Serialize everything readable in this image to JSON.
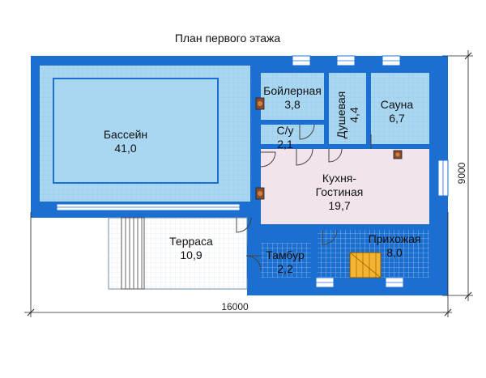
{
  "title": "План первого этажа",
  "dimensions": {
    "width": "16000",
    "height": "9000"
  },
  "rooms": [
    {
      "id": "pool",
      "name": "Бассейн",
      "area": "41,0"
    },
    {
      "id": "boiler",
      "name": "Бойлерная",
      "area": "3,8"
    },
    {
      "id": "shower",
      "name": "Душевая",
      "area": "4,4"
    },
    {
      "id": "sauna",
      "name": "Сауна",
      "area": "6,7"
    },
    {
      "id": "wc",
      "name": "С/у",
      "area": "2,1"
    },
    {
      "id": "kitchen",
      "name_line1": "Кухня-",
      "name_line2": "Гостиная",
      "area": "19,7"
    },
    {
      "id": "terrace",
      "name": "Терраса",
      "area": "10,9"
    },
    {
      "id": "vestibule",
      "name": "Тамбур",
      "area": "2,2"
    },
    {
      "id": "hall",
      "name": "Прихожая",
      "area": "8,0"
    }
  ],
  "colors": {
    "wall": "#1a6fd1",
    "wet_floor": "#a9d6f1",
    "living_floor": "#f1e4ec",
    "terrace_floor": "#ffffff",
    "stairs": "#f4b431",
    "grid": "#d3e3ef"
  }
}
